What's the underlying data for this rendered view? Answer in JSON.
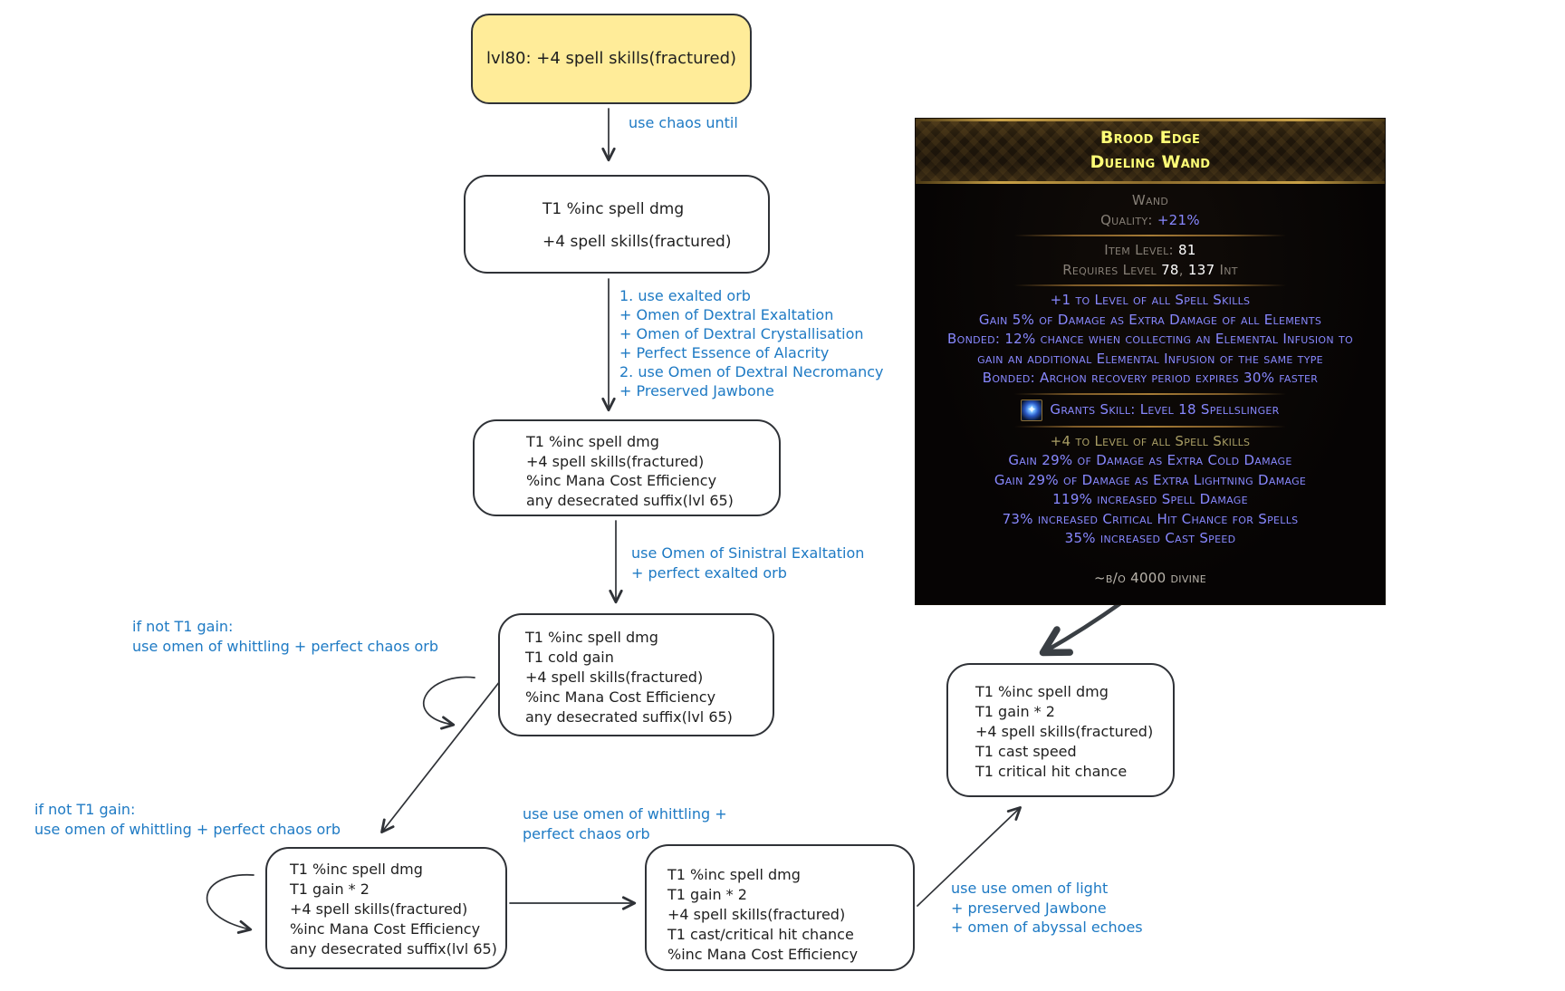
{
  "flowchart": {
    "nodes": [
      {
        "id": "start",
        "lines": [
          "lvl80: +4 spell skills(fractured)"
        ]
      },
      {
        "id": "step2",
        "lines": [
          "T1 %inc spell dmg",
          "+4 spell skills(fractured)"
        ]
      },
      {
        "id": "step3",
        "lines": [
          "T1 %inc spell dmg",
          "+4 spell skills(fractured)",
          "%inc Mana Cost Efficiency",
          "any desecrated suffix(lvl 65)"
        ]
      },
      {
        "id": "step4",
        "lines": [
          "T1 %inc spell dmg",
          "T1 cold gain",
          "+4 spell skills(fractured)",
          "%inc Mana Cost Efficiency",
          "any desecrated suffix(lvl 65)"
        ]
      },
      {
        "id": "step5",
        "lines": [
          "T1 %inc spell dmg",
          "T1 gain * 2",
          "+4 spell skills(fractured)",
          "%inc Mana Cost Efficiency",
          "any desecrated suffix(lvl 65)"
        ]
      },
      {
        "id": "step6",
        "lines": [
          "T1 %inc spell dmg",
          "T1 gain * 2",
          "+4 spell skills(fractured)",
          "T1 cast/critical hit chance",
          "%inc Mana Cost Efficiency"
        ]
      },
      {
        "id": "final",
        "lines": [
          "T1 %inc spell dmg",
          "T1 gain * 2",
          "+4 spell skills(fractured)",
          "T1 cast speed",
          "T1 critical hit chance"
        ]
      }
    ],
    "labels": [
      {
        "id": "use-chaos",
        "lines": [
          "use chaos until"
        ]
      },
      {
        "id": "exalt-steps",
        "lines": [
          "1. use exalted orb",
          "+ Omen of Dextral Exaltation",
          "+ Omen of Dextral Crystallisation",
          "+ Perfect Essence of Alacrity",
          "2. use Omen of Dextral Necromancy",
          "+ Preserved Jawbone"
        ]
      },
      {
        "id": "sinistral",
        "lines": [
          "use Omen of Sinistral Exaltation",
          "+ perfect exalted orb"
        ]
      },
      {
        "id": "retry1",
        "lines": [
          "if not T1 gain:",
          "use omen of whittling + perfect chaos orb"
        ]
      },
      {
        "id": "retry2",
        "lines": [
          "if not T1 gain:",
          "use omen of whittling + perfect chaos orb"
        ]
      },
      {
        "id": "whittling",
        "lines": [
          "use use omen of whittling +",
          "perfect chaos orb"
        ]
      },
      {
        "id": "light",
        "lines": [
          "use use omen of light",
          "+ preserved Jawbone",
          "+ omen of abyssal echoes"
        ]
      }
    ],
    "colors": {
      "label_blue": "#1e7ac4",
      "node_stroke": "#2f3237",
      "start_fill": "#ffec99"
    }
  },
  "tooltip": {
    "name": "Brood Edge",
    "base": "Dueling Wand",
    "item_class": "Wand",
    "quality_label": "Quality:",
    "quality_value": "+21%",
    "item_level_label": "Item Level:",
    "item_level_value": "81",
    "requires": {
      "prefix": "Requires Level",
      "level": "78",
      "comma": ",",
      "attr_value": "137",
      "attr_name": "Int"
    },
    "implicit_mods": [
      "+1 to Level of all Spell Skills",
      "Gain 5% of Damage as Extra Damage of all Elements",
      "Bonded: 12% chance when collecting an Elemental Infusion to gain an additional Elemental Infusion of the same type",
      "Bonded: Archon recovery period expires 30% faster"
    ],
    "grants_skill": "Grants Skill: Level 18 Spellslinger",
    "fractured_mod": "+4 to Level of all Spell Skills",
    "explicit_mods": [
      "Gain 29% of Damage as Extra Cold Damage",
      "Gain 29% of Damage as Extra Lightning Damage",
      "119% increased Spell Damage",
      "73% increased Critical Hit Chance for Spells",
      "35% increased Cast Speed"
    ],
    "price_note": "~b/o 4000 divine",
    "colors": {
      "title": "#ffff77",
      "magic_mod": "#8888ff",
      "fractured_mod": "#a99e65",
      "gray": "#867f76"
    }
  }
}
